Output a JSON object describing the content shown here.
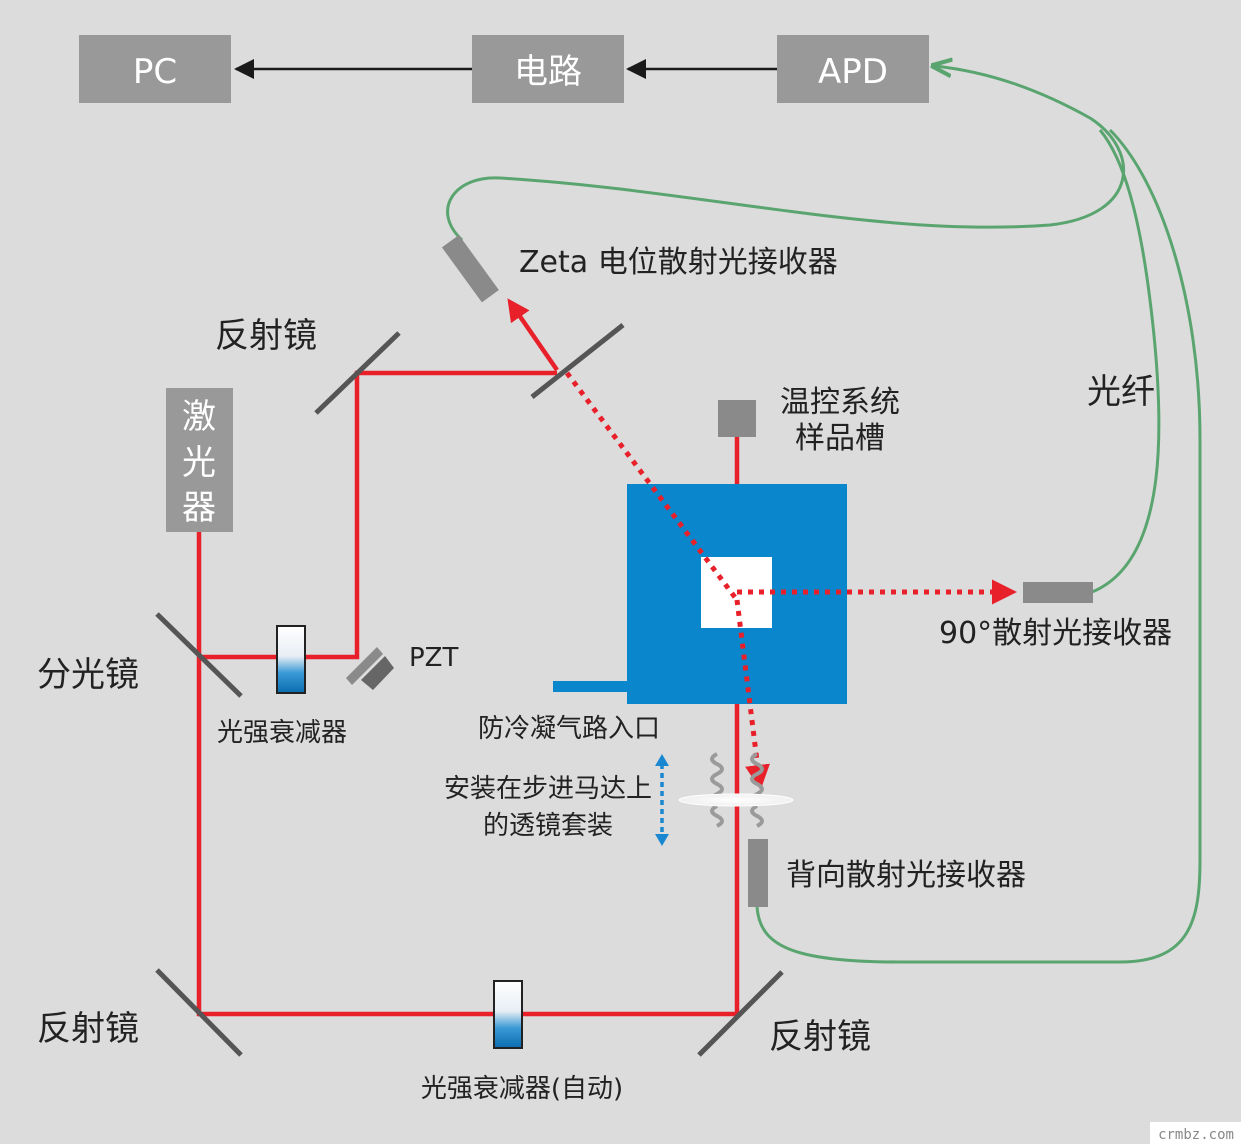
{
  "boxes": {
    "pc": "PC",
    "circuit": "电路",
    "apd": "APD",
    "laser": [
      "激",
      "光",
      "器"
    ]
  },
  "labels": {
    "zeta_receiver": "Zeta 电位散射光接收器",
    "mirror_top": "反射镜",
    "temp_system_1": "温控系统",
    "temp_system_2": "样品槽",
    "fiber": "光纤",
    "receiver_90": "90°散射光接收器",
    "beam_splitter": "分光镜",
    "attenuator": "光强衰减器",
    "pzt": "PZT",
    "anticondensation_inlet": "防冷凝气路入口",
    "lens_1": "安装在步进马达上",
    "lens_2": "的透镜套装",
    "back_receiver": "背向散射光接收器",
    "mirror_bottom_left": "反射镜",
    "mirror_bottom_right": "反射镜",
    "attenuator_auto": "光强衰减器(自动)"
  },
  "watermark": "crmbz.com",
  "colors": {
    "background": "#dcdcdc",
    "box_gray": "#999999",
    "laser_beam": "#e8202a",
    "fiber": "#5aa56f",
    "sample_chamber": "#0a86cc",
    "arrow_dark": "#1a1a1a"
  }
}
